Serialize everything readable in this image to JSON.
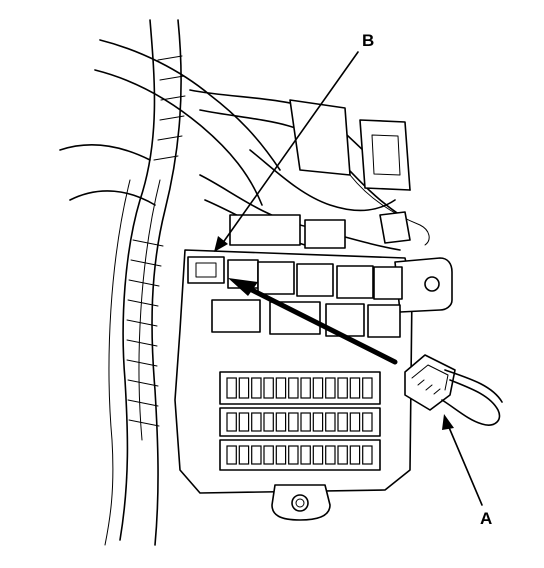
{
  "diagram": {
    "callouts": [
      {
        "id": "A",
        "text": "A"
      },
      {
        "id": "B",
        "text": "B"
      }
    ],
    "colors": {
      "line": "#000000",
      "background": "#ffffff"
    }
  }
}
